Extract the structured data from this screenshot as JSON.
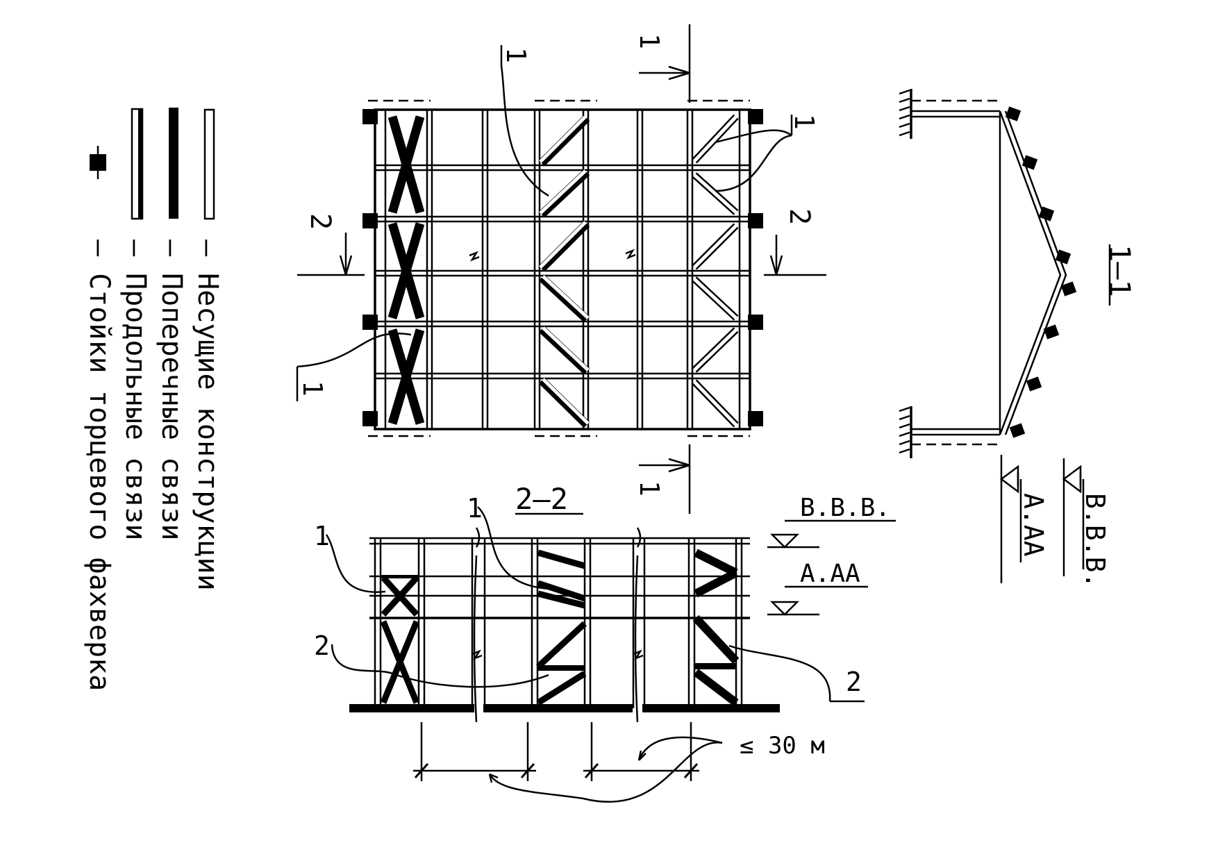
{
  "legend": {
    "items": [
      {
        "key": "bearing",
        "text": "– Несущие конструкции"
      },
      {
        "key": "transverse",
        "text": "– Поперечные связи"
      },
      {
        "key": "longitudinal",
        "text": "– Продольные связи"
      },
      {
        "key": "endposts",
        "text": "– Стойки торцевого фахверка"
      }
    ]
  },
  "plan": {
    "cut_mark_top": "1",
    "cut_mark_bottom": "1",
    "cut_mark_left": "2",
    "cut_mark_right": "2",
    "callout_top": "1",
    "callout_right": "1",
    "callout_left": "1"
  },
  "section_11": {
    "title": "1–1",
    "level_low": "А.АА",
    "level_high": "В.В.В."
  },
  "section_22": {
    "title": "2–2",
    "level_high": "В.В.В.",
    "level_low": "А.АА",
    "callout_1a": "1",
    "callout_1b": "1",
    "callout_2a": "2",
    "callout_2b": "2",
    "spacing": "≤ 30 м"
  }
}
